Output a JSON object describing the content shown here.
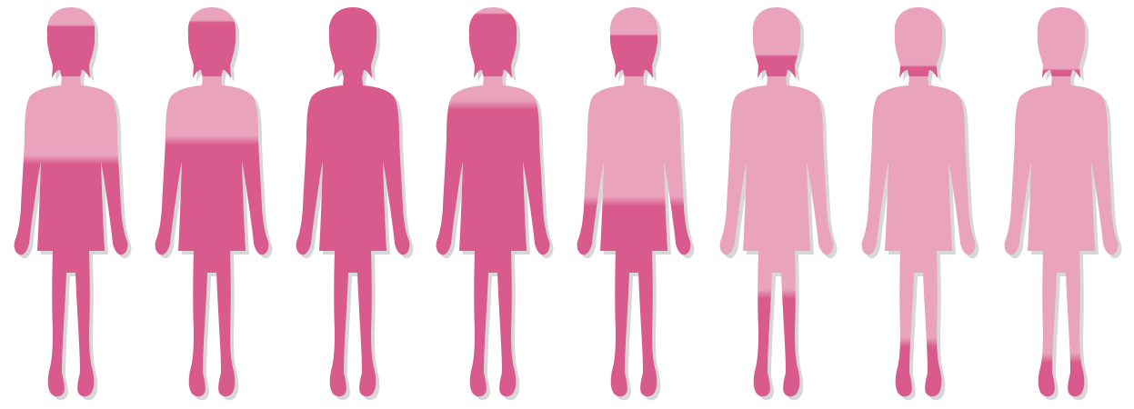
{
  "figures": [
    {
      "segments": [
        {
          "color": "light",
          "from": 0.0,
          "to": 0.26
        },
        {
          "color": "dark",
          "from": 0.26,
          "to": 1.0
        }
      ]
    },
    {
      "segments": [
        {
          "color": "light",
          "from": 0.0,
          "to": 0.2
        },
        {
          "color": "dark",
          "from": 0.2,
          "to": 1.0
        }
      ]
    },
    {
      "segments": [
        {
          "color": "dark",
          "from": 0.0,
          "to": 1.0
        }
      ]
    },
    {
      "segments": [
        {
          "color": "light",
          "from": 0.0,
          "to": 0.09
        },
        {
          "color": "dark",
          "from": 0.09,
          "to": 1.0
        }
      ]
    },
    {
      "segments": [
        {
          "color": "light",
          "from": 0.0,
          "to": 0.39
        },
        {
          "color": "dark",
          "from": 0.39,
          "to": 1.0
        }
      ]
    },
    {
      "segments": [
        {
          "color": "light",
          "from": 0.0,
          "to": 0.68
        },
        {
          "color": "dark",
          "from": 0.68,
          "to": 1.0
        }
      ]
    },
    {
      "segments": [
        {
          "color": "light",
          "from": 0.0,
          "to": 0.83
        },
        {
          "color": "dark",
          "from": 0.83,
          "to": 1.0
        }
      ]
    },
    {
      "segments": [
        {
          "color": "light",
          "from": 0.0,
          "to": 0.88
        },
        {
          "color": "dark",
          "from": 0.88,
          "to": 1.0
        }
      ]
    }
  ],
  "colors": {
    "dark": "#d95a8c",
    "light": "#e9a3bd",
    "shadow": "#b8b8b8",
    "background": "#ffffff"
  }
}
